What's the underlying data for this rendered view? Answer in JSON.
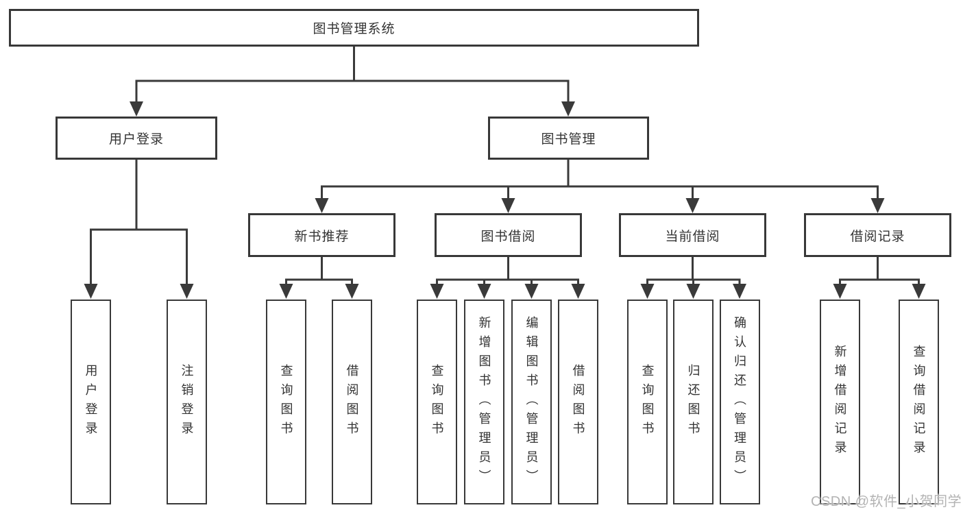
{
  "colors": {
    "background": "#ffffff",
    "line": "#3a3a3a",
    "box_border": "#383838",
    "text": "#333333",
    "watermark": "#b3b3b3"
  },
  "diagram": {
    "tree": {
      "label": "图书管理系统",
      "children": [
        {
          "label": "用户登录",
          "children": [
            {
              "label": "用户登录"
            },
            {
              "label": "注销登录"
            }
          ]
        },
        {
          "label": "图书管理",
          "children": [
            {
              "label": "新书推荐",
              "children": [
                {
                  "label": "查询图书"
                },
                {
                  "label": "借阅图书"
                }
              ]
            },
            {
              "label": "图书借阅",
              "children": [
                {
                  "label": "查询图书"
                },
                {
                  "label": "新增图书（管理员）"
                },
                {
                  "label": "编辑图书（管理员）"
                },
                {
                  "label": "借阅图书"
                }
              ]
            },
            {
              "label": "当前借阅",
              "children": [
                {
                  "label": "查询图书"
                },
                {
                  "label": "归还图书"
                },
                {
                  "label": "确认归还（管理员）"
                }
              ]
            },
            {
              "label": "借阅记录",
              "children": [
                {
                  "label": "新增借阅记录"
                },
                {
                  "label": "查询借阅记录"
                }
              ]
            }
          ]
        }
      ]
    }
  },
  "watermark": {
    "text": "CSDN @软件_小贺同学"
  }
}
